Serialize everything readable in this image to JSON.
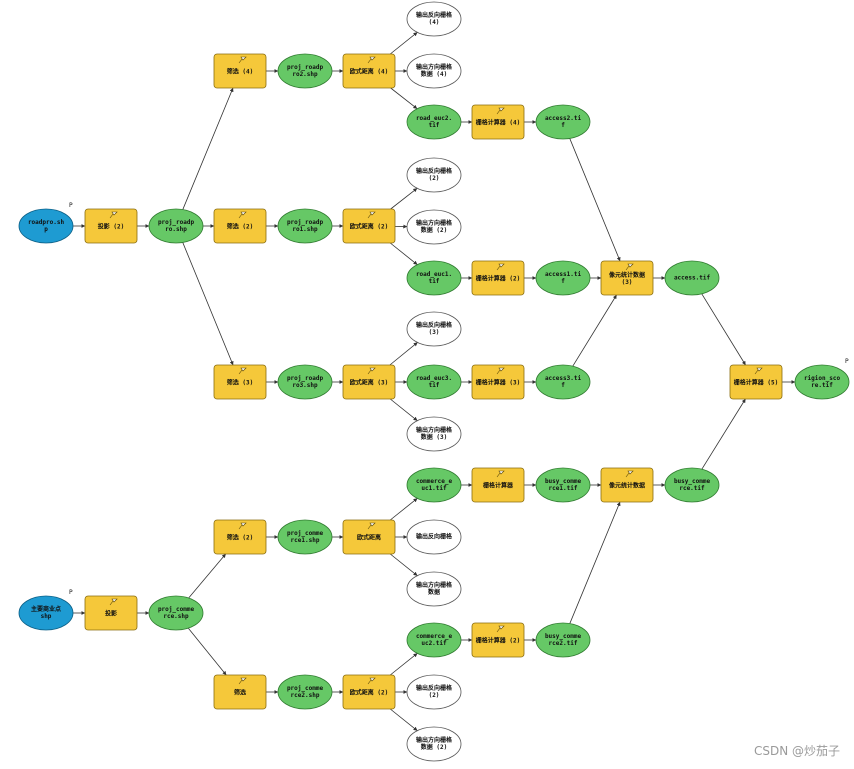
{
  "colors": {
    "input": "#1e9bd2",
    "tool": "#f5c83a",
    "derived": "#66c866",
    "output": "#ffffff",
    "edge": "#333333"
  },
  "parameter_mark": "P",
  "watermark": "CSDN @炒茄子",
  "nodes": [
    {
      "id": "in1",
      "kind": "input",
      "lines": [
        "roadpro.sh",
        "p"
      ]
    },
    {
      "id": "t_proj1",
      "kind": "tool",
      "lines": [
        "投影 (2)"
      ]
    },
    {
      "id": "d_projroad",
      "kind": "derived",
      "lines": [
        "proj_roadp",
        "ro.shp"
      ]
    },
    {
      "id": "t_buf4",
      "kind": "tool",
      "lines": [
        "筛选 (4)"
      ]
    },
    {
      "id": "t_buf2",
      "kind": "tool",
      "lines": [
        "筛选 (2)"
      ]
    },
    {
      "id": "t_buf3",
      "kind": "tool",
      "lines": [
        "筛选 (3)"
      ]
    },
    {
      "id": "d_proj2",
      "kind": "derived",
      "lines": [
        "proj_roadp",
        "ro2.shp"
      ]
    },
    {
      "id": "d_proj1",
      "kind": "derived",
      "lines": [
        "proj_roadp",
        "ro1.shp"
      ]
    },
    {
      "id": "d_proj3",
      "kind": "derived",
      "lines": [
        "proj_roadp",
        "ro3.shp"
      ]
    },
    {
      "id": "t_eu4",
      "kind": "tool",
      "lines": [
        "欧式距离 (4)"
      ]
    },
    {
      "id": "t_eu2",
      "kind": "tool",
      "lines": [
        "欧式距离 (2)"
      ]
    },
    {
      "id": "t_eu3",
      "kind": "tool",
      "lines": [
        "欧式距离 (3)"
      ]
    },
    {
      "id": "o_a4",
      "kind": "output",
      "lines": [
        "输出反向栅格",
        "(4)"
      ]
    },
    {
      "id": "o_b4",
      "kind": "output",
      "lines": [
        "输出方向栅格",
        "数据 (4)"
      ]
    },
    {
      "id": "o_a2",
      "kind": "output",
      "lines": [
        "输出反向栅格",
        "(2)"
      ]
    },
    {
      "id": "o_b2",
      "kind": "output",
      "lines": [
        "输出方向栅格",
        "数据 (2)"
      ]
    },
    {
      "id": "o_a3",
      "kind": "output",
      "lines": [
        "输出反向栅格",
        "(3)"
      ]
    },
    {
      "id": "o_b3",
      "kind": "output",
      "lines": [
        "输出方向栅格",
        "数据 (3)"
      ]
    },
    {
      "id": "d_rd2",
      "kind": "derived",
      "lines": [
        "road_euc2.",
        "tif"
      ]
    },
    {
      "id": "d_rd1",
      "kind": "derived",
      "lines": [
        "road_euc1.",
        "tif"
      ]
    },
    {
      "id": "d_rd3",
      "kind": "derived",
      "lines": [
        "road_euc3.",
        "tif"
      ]
    },
    {
      "id": "t_rc4",
      "kind": "tool",
      "lines": [
        "栅格计算器 (4)"
      ]
    },
    {
      "id": "t_rc2",
      "kind": "tool",
      "lines": [
        "栅格计算器 (2)"
      ]
    },
    {
      "id": "t_rc3",
      "kind": "tool",
      "lines": [
        "栅格计算器 (3)"
      ]
    },
    {
      "id": "d_acc2",
      "kind": "derived",
      "lines": [
        "access2.ti",
        "f"
      ]
    },
    {
      "id": "d_acc1",
      "kind": "derived",
      "lines": [
        "access1.ti",
        "f"
      ]
    },
    {
      "id": "d_acc3",
      "kind": "derived",
      "lines": [
        "access3.ti",
        "f"
      ]
    },
    {
      "id": "t_cell3",
      "kind": "tool",
      "lines": [
        "像元统计数据",
        "(3)"
      ]
    },
    {
      "id": "d_access",
      "kind": "derived",
      "lines": [
        "access.tif"
      ]
    },
    {
      "id": "t_rc5",
      "kind": "tool",
      "lines": [
        "栅格计算器 (5)"
      ]
    },
    {
      "id": "d_final",
      "kind": "derived",
      "lines": [
        "rigion_sco",
        "re.tif"
      ]
    },
    {
      "id": "in2",
      "kind": "input",
      "lines": [
        "主要商业点",
        "shp"
      ]
    },
    {
      "id": "t_proj2",
      "kind": "tool",
      "lines": [
        "投影"
      ]
    },
    {
      "id": "d_projcomm",
      "kind": "derived",
      "lines": [
        "proj_comme",
        "rce.shp"
      ]
    },
    {
      "id": "t_bufc2",
      "kind": "tool",
      "lines": [
        "筛选 (2)"
      ]
    },
    {
      "id": "t_bufc",
      "kind": "tool",
      "lines": [
        "筛选"
      ]
    },
    {
      "id": "d_pc1",
      "kind": "derived",
      "lines": [
        "proj_comme",
        "rce1.shp"
      ]
    },
    {
      "id": "d_pc2",
      "kind": "derived",
      "lines": [
        "proj_comme",
        "rce2.shp"
      ]
    },
    {
      "id": "t_euc",
      "kind": "tool",
      "lines": [
        "欧式距离"
      ]
    },
    {
      "id": "t_euc2",
      "kind": "tool",
      "lines": [
        "欧式距离 (2)"
      ]
    },
    {
      "id": "d_ce1",
      "kind": "derived",
      "lines": [
        "commerce_e",
        "uc1.tif"
      ]
    },
    {
      "id": "o_ca",
      "kind": "output",
      "lines": [
        "输出反向栅格"
      ]
    },
    {
      "id": "o_cb",
      "kind": "output",
      "lines": [
        "输出方向栅格",
        "数据"
      ]
    },
    {
      "id": "d_ce2",
      "kind": "derived",
      "lines": [
        "commerce_e",
        "uc2.tif"
      ]
    },
    {
      "id": "o_ca2",
      "kind": "output",
      "lines": [
        "输出反向栅格",
        "(2)"
      ]
    },
    {
      "id": "o_cb2",
      "kind": "output",
      "lines": [
        "输出方向栅格",
        "数据 (2)"
      ]
    },
    {
      "id": "t_rcc",
      "kind": "tool",
      "lines": [
        "栅格计算器"
      ]
    },
    {
      "id": "t_rcc2",
      "kind": "tool",
      "lines": [
        "栅格计算器 (2)"
      ]
    },
    {
      "id": "d_bc1",
      "kind": "derived",
      "lines": [
        "busy_comme",
        "rce1.tif"
      ]
    },
    {
      "id": "d_bc2",
      "kind": "derived",
      "lines": [
        "busy_comme",
        "rce2.tif"
      ]
    },
    {
      "id": "t_cell",
      "kind": "tool",
      "lines": [
        "像元统计数据"
      ]
    },
    {
      "id": "d_bc",
      "kind": "derived",
      "lines": [
        "busy_comme",
        "rce.tif"
      ]
    }
  ],
  "edges": [
    [
      "in1",
      "t_proj1"
    ],
    [
      "t_proj1",
      "d_projroad"
    ],
    [
      "d_projroad",
      "t_buf4"
    ],
    [
      "d_projroad",
      "t_buf2"
    ],
    [
      "d_projroad",
      "t_buf3"
    ],
    [
      "t_buf4",
      "d_proj2"
    ],
    [
      "t_buf2",
      "d_proj1"
    ],
    [
      "t_buf3",
      "d_proj3"
    ],
    [
      "d_proj2",
      "t_eu4"
    ],
    [
      "d_proj1",
      "t_eu2"
    ],
    [
      "d_proj3",
      "t_eu3"
    ],
    [
      "t_eu4",
      "o_a4"
    ],
    [
      "t_eu4",
      "o_b4"
    ],
    [
      "t_eu4",
      "d_rd2"
    ],
    [
      "t_eu2",
      "o_a2"
    ],
    [
      "t_eu2",
      "o_b2"
    ],
    [
      "t_eu2",
      "d_rd1"
    ],
    [
      "t_eu3",
      "o_a3"
    ],
    [
      "t_eu3",
      "o_b3"
    ],
    [
      "t_eu3",
      "d_rd3"
    ],
    [
      "d_rd2",
      "t_rc4"
    ],
    [
      "d_rd1",
      "t_rc2"
    ],
    [
      "d_rd3",
      "t_rc3"
    ],
    [
      "t_rc4",
      "d_acc2"
    ],
    [
      "t_rc2",
      "d_acc1"
    ],
    [
      "t_rc3",
      "d_acc3"
    ],
    [
      "d_acc2",
      "t_cell3"
    ],
    [
      "d_acc1",
      "t_cell3"
    ],
    [
      "d_acc3",
      "t_cell3"
    ],
    [
      "t_cell3",
      "d_access"
    ],
    [
      "d_access",
      "t_rc5"
    ],
    [
      "t_rc5",
      "d_final"
    ],
    [
      "in2",
      "t_proj2"
    ],
    [
      "t_proj2",
      "d_projcomm"
    ],
    [
      "d_projcomm",
      "t_bufc2"
    ],
    [
      "d_projcomm",
      "t_bufc"
    ],
    [
      "t_bufc2",
      "d_pc1"
    ],
    [
      "t_bufc",
      "d_pc2"
    ],
    [
      "d_pc1",
      "t_euc"
    ],
    [
      "d_pc2",
      "t_euc2"
    ],
    [
      "t_euc",
      "d_ce1"
    ],
    [
      "t_euc",
      "o_ca"
    ],
    [
      "t_euc",
      "o_cb"
    ],
    [
      "t_euc2",
      "d_ce2"
    ],
    [
      "t_euc2",
      "o_ca2"
    ],
    [
      "t_euc2",
      "o_cb2"
    ],
    [
      "d_ce1",
      "t_rcc"
    ],
    [
      "d_ce2",
      "t_rcc2"
    ],
    [
      "t_rcc",
      "d_bc1"
    ],
    [
      "t_rcc2",
      "d_bc2"
    ],
    [
      "d_bc1",
      "t_cell"
    ],
    [
      "d_bc2",
      "t_cell"
    ],
    [
      "t_cell",
      "d_bc"
    ],
    [
      "d_bc",
      "t_rc5"
    ]
  ]
}
